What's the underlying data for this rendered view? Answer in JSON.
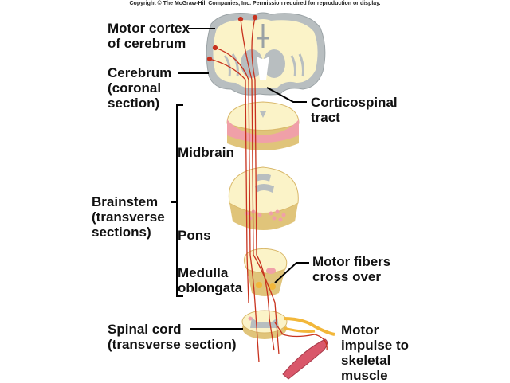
{
  "copyright": "Copyright © The McGraw-Hill Companies, Inc. Permission required for reproduction or display.",
  "labels": {
    "motor_cortex": [
      "Motor cortex",
      "of cerebrum"
    ],
    "cerebrum": [
      "Cerebrum",
      "(coronal",
      "section)"
    ],
    "corticospinal": [
      "Corticospinal",
      "tract"
    ],
    "midbrain": "Midbrain",
    "brainstem": [
      "Brainstem",
      "(transverse",
      "sections)"
    ],
    "pons": "Pons",
    "medulla": [
      "Medulla",
      "oblongata"
    ],
    "motor_fibers": [
      "Motor fibers",
      "cross over"
    ],
    "spinal_cord": [
      "Spinal cord",
      "(transverse section)"
    ],
    "motor_impulse": [
      "Motor",
      "impulse to",
      "skeletal",
      "muscle"
    ]
  },
  "colors": {
    "tract": "#c8321e",
    "tissue": "#fbf3c8",
    "tissue_edge": "#d9b86a",
    "gray_matter": "#b8bec0",
    "pink": "#f0a0a8",
    "nerve": "#f2b73a"
  }
}
